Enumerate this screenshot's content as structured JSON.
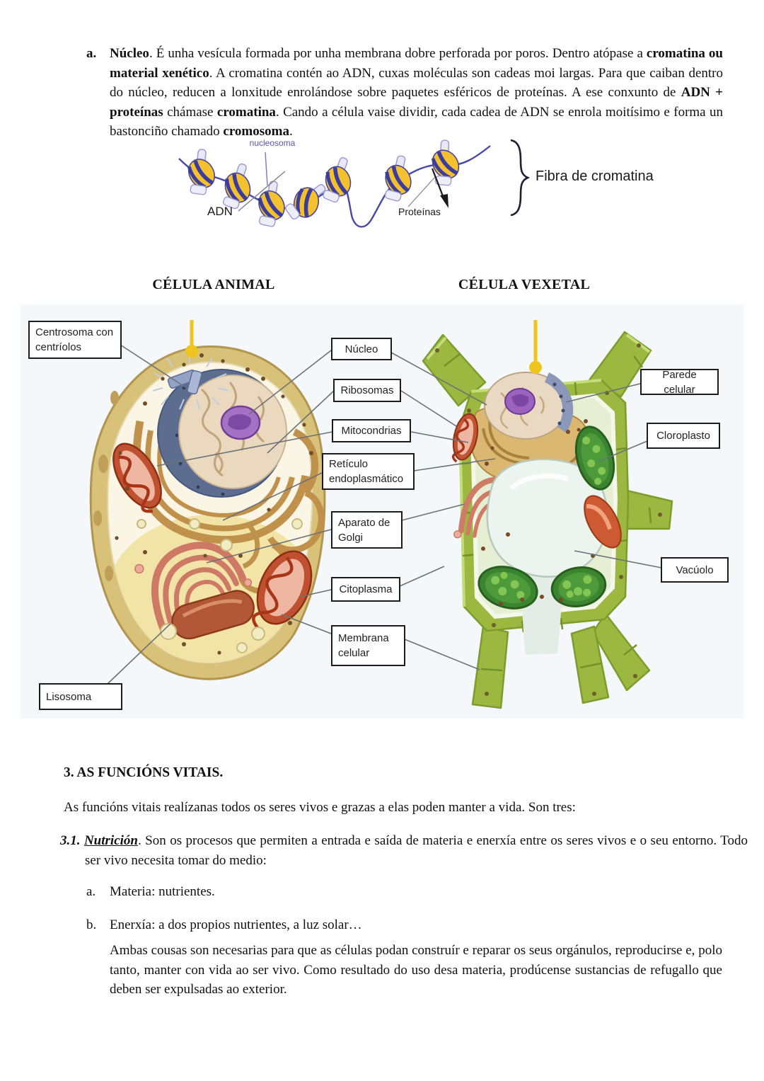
{
  "para_nucleo": {
    "marker": "a.",
    "segments": [
      {
        "t": "Núcleo",
        "b": true
      },
      {
        "t": ". É unha vesícula formada por unha membrana dobre perforada por poros. Dentro atópase a "
      },
      {
        "t": "cromatina ou material xenético",
        "b": true
      },
      {
        "t": ". A cromatina contén ao ADN, cuxas moléculas son cadeas moi largas. Para que caiban dentro do núcleo, reducen a lonxitude enrolándose sobre paquetes esféricos de proteínas. A ese conxunto de "
      },
      {
        "t": "ADN + proteínas",
        "b": true
      },
      {
        "t": " chámase "
      },
      {
        "t": "cromatina",
        "b": true
      },
      {
        "t": ". Cando a célula vaise dividir, cada cadea de ADN se enrola moitísimo e forma un bastonciño chamado "
      },
      {
        "t": "cromosoma",
        "b": true
      },
      {
        "t": "."
      }
    ]
  },
  "chromatin_figure": {
    "nucleosoma_label": "nucleosoma",
    "adn_label": "ADN",
    "proteinas_label": "Proteínas",
    "fibra_label": "Fibra de cromatina"
  },
  "cells_figure": {
    "animal_title": "CÉLULA ANIMAL",
    "vexetal_title": "CÉLULA VEXETAL",
    "labels": {
      "centrosoma": "Centrosoma con centríolos",
      "nucleo": "Núcleo",
      "ribosomas": "Ribosomas",
      "mitocondrias": "Mitocondrias",
      "reticulo": "Retículo endoplasmático",
      "golgi": "Aparato de Golgi",
      "citoplasma": "Citoplasma",
      "membrana": "Membrana celular",
      "parede": "Parede celular",
      "cloroplasto": "Cloroplasto",
      "vacuolo": "Vacúolo",
      "lisosoma": "Lisosoma"
    }
  },
  "section3": {
    "heading": "3. AS FUNCIÓNS VITAIS.",
    "intro": "As funcións vitais realízanas todos os seres vivos e grazas a elas poden manter a vida. Son tres:",
    "item31_segments": [
      {
        "t": "3.1. ",
        "b": true,
        "i": true
      },
      {
        "t": "Nutrición",
        "b": true,
        "i": true,
        "u": true
      },
      {
        "t": ". Son os procesos que permiten a entrada e saída de materia e enerxía entre os seres vivos e o seu entorno. Todo ser vivo necesita tomar do medio:"
      }
    ],
    "sub_a": {
      "marker": "a.",
      "text": "Materia: nutrientes."
    },
    "sub_b": {
      "marker": "b.",
      "text": "Enerxía: a dos propios nutrientes, a luz solar…"
    },
    "closing": "Ambas cousas son necesarias para que as células podan construír e reparar os seus orgánulos, reproducirse e, polo tanto, manter con vida ao ser vivo. Como resultado do uso desa materia, prodúcense sustancias de refugallo que deben ser expulsadas ao exterior."
  },
  "colors": {
    "pin_yellow": "#f0c41f",
    "label_box_border": "#1c1c1c",
    "leader_line_gray": "#6d7276",
    "chromatin_bead_yellow": "#f2c12d",
    "chromatin_strand_blue": "#4848aa",
    "nucleosoma_text_purple": "#5a52a8",
    "animal_cell_tan": "#d8c178",
    "animal_nucleus_blue": "#5c6d90",
    "nucleolus_purple": "#a571c4",
    "mitochondrion_red": "#bf5130",
    "golgi_pink": "#ce7866",
    "plant_wall_green": "#9cb840",
    "chloroplast_green": "#3c8530",
    "vacuole_pale": "#ecf4ef"
  }
}
